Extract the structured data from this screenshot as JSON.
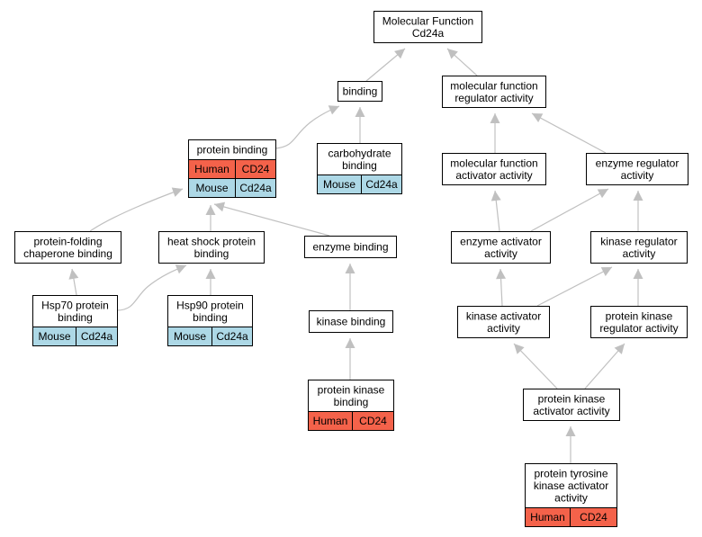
{
  "colors": {
    "human": "#f4624a",
    "mouse": "#add8e6",
    "edge": "#c0c0c0",
    "border": "#000000",
    "node_bg": "#ffffff"
  },
  "nodes": {
    "root": {
      "lines": [
        "Molecular Function",
        "Cd24a"
      ]
    },
    "binding": {
      "lines": [
        "binding"
      ]
    },
    "mf_regulator": {
      "lines": [
        "molecular function",
        "regulator activity"
      ]
    },
    "protein_binding": {
      "lines": [
        "protein binding"
      ],
      "annotations": [
        {
          "species": "Human",
          "gene": "CD24"
        },
        {
          "species": "Mouse",
          "gene": "Cd24a"
        }
      ]
    },
    "carbohydrate_binding": {
      "lines": [
        "carbohydrate",
        "binding"
      ],
      "annotations": [
        {
          "species": "Mouse",
          "gene": "Cd24a"
        }
      ]
    },
    "mf_activator": {
      "lines": [
        "molecular function",
        "activator activity"
      ]
    },
    "enzyme_regulator": {
      "lines": [
        "enzyme regulator",
        "activity"
      ]
    },
    "protein_folding": {
      "lines": [
        "protein-folding",
        "chaperone binding"
      ]
    },
    "heat_shock": {
      "lines": [
        "heat shock protein",
        "binding"
      ]
    },
    "enzyme_binding": {
      "lines": [
        "enzyme binding"
      ]
    },
    "enzyme_activator": {
      "lines": [
        "enzyme activator",
        "activity"
      ]
    },
    "kinase_regulator": {
      "lines": [
        "kinase regulator",
        "activity"
      ]
    },
    "hsp70": {
      "lines": [
        "Hsp70 protein",
        "binding"
      ],
      "annotations": [
        {
          "species": "Mouse",
          "gene": "Cd24a"
        }
      ]
    },
    "hsp90": {
      "lines": [
        "Hsp90 protein",
        "binding"
      ],
      "annotations": [
        {
          "species": "Mouse",
          "gene": "Cd24a"
        }
      ]
    },
    "kinase_binding": {
      "lines": [
        "kinase binding"
      ]
    },
    "kinase_activator": {
      "lines": [
        "kinase activator",
        "activity"
      ]
    },
    "pk_regulator": {
      "lines": [
        "protein kinase",
        "regulator activity"
      ]
    },
    "pk_binding": {
      "lines": [
        "protein kinase",
        "binding"
      ],
      "annotations": [
        {
          "species": "Human",
          "gene": "CD24"
        }
      ]
    },
    "pk_activator": {
      "lines": [
        "protein kinase",
        "activator activity"
      ]
    },
    "ptk_activator": {
      "lines": [
        "protein tyrosine",
        "kinase activator",
        "activity"
      ],
      "annotations": [
        {
          "species": "Human",
          "gene": "CD24"
        }
      ]
    }
  }
}
